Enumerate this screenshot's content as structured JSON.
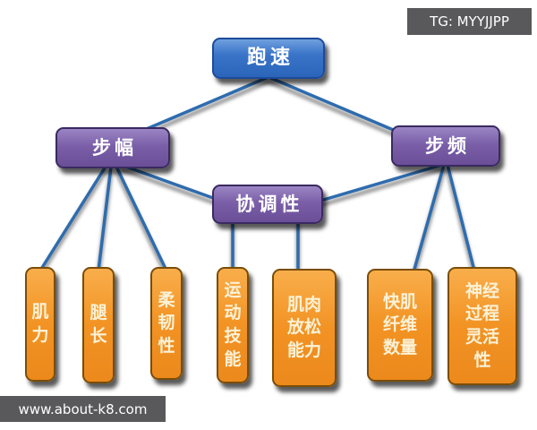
{
  "nodes": {
    "running_speed": "跑速",
    "stride_length": "步幅",
    "cadence": "步频",
    "coordination": "协调性"
  },
  "leaves": [
    {
      "name": "muscle-strength",
      "label": "肌力",
      "text": "肌\n力"
    },
    {
      "name": "leg-length",
      "label": "腿长",
      "text": "腿\n长"
    },
    {
      "name": "flexibility",
      "label": "柔韧性",
      "text": "柔\n韧\n性"
    },
    {
      "name": "motor-skill",
      "label": "运动技能",
      "text": "运\n动\n技\n能"
    },
    {
      "name": "muscle-relaxation-ability",
      "label": "肌肉放松能力",
      "text": "肌肉\n放松\n能力"
    },
    {
      "name": "fast-twitch-fiber-count",
      "label": "快肌纤维数量",
      "text": "快肌\n纤维\n数量"
    },
    {
      "name": "nerve-process-flexibility",
      "label": "神经过程灵活性",
      "text": "神经\n过程\n灵活\n性"
    }
  ],
  "edges": [
    {
      "from": "跑速",
      "to": "步幅"
    },
    {
      "from": "跑速",
      "to": "步频"
    },
    {
      "from": "步幅",
      "to": "肌力"
    },
    {
      "from": "步幅",
      "to": "腿长"
    },
    {
      "from": "步幅",
      "to": "柔韧性"
    },
    {
      "from": "步幅",
      "to": "协调性"
    },
    {
      "from": "步频",
      "to": "协调性"
    },
    {
      "from": "步频",
      "to": "快肌纤维数量"
    },
    {
      "from": "步频",
      "to": "神经过程灵活性"
    },
    {
      "from": "协调性",
      "to": "运动技能"
    },
    {
      "from": "协调性",
      "to": "肌肉放松能力"
    }
  ],
  "watermarks": {
    "tg": "TG: MYYJJPP",
    "site": "www.about-k8.com"
  },
  "colors": {
    "root_blue": "#3570C4",
    "branch_purple": "#7A5FA8",
    "leaf_orange": "#F29324",
    "edge_blue": "#2E6CAE",
    "watermark_gray": "#59595B",
    "background": "#FFFFFF"
  }
}
